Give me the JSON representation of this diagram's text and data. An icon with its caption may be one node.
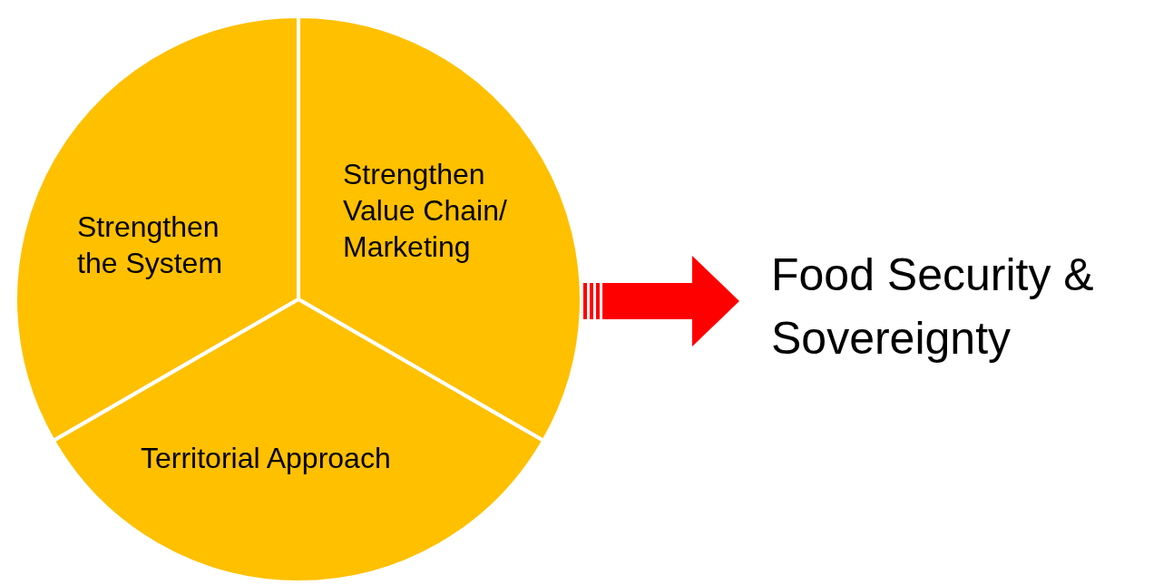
{
  "diagram": {
    "nodes": [
      {
        "text": [],
        "shape": "circle"
      },
      {
        "text": [
          "Strengthen the System"
        ],
        "in": 0
      },
      {
        "text": [
          "Strengthen Value Chain/ Marketing"
        ],
        "in": 0
      },
      {
        "text": [
          "Territorial Approach"
        ],
        "in": 0
      },
      {
        "text": [
          "Food Security & Sovereignty"
        ]
      }
    ],
    "edges": [
      {
        "from": 0,
        "to": 4,
        "arrow": "to",
        "style": "thick",
        "color": "#ff0000"
      }
    ]
  }
}
